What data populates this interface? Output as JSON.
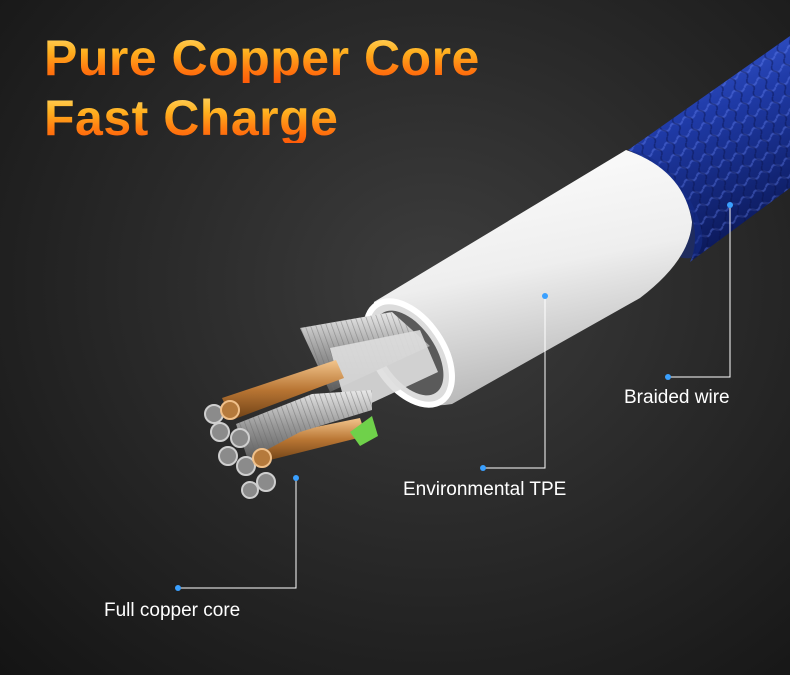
{
  "headline": {
    "line1": "Pure Copper Core",
    "line2": "Fast Charge"
  },
  "callouts": {
    "braided": "Braided wire",
    "tpe": "Environmental TPE",
    "copper": "Full copper core"
  },
  "colors": {
    "headline_top": "#ffd86a",
    "headline_bottom": "#ff5b08",
    "braid": "#1d3aa8",
    "jacket": "#f2f2f2",
    "copper": "#c88a4a",
    "callout_line": "#ffffff",
    "callout_dot": "#3aa0ff"
  }
}
